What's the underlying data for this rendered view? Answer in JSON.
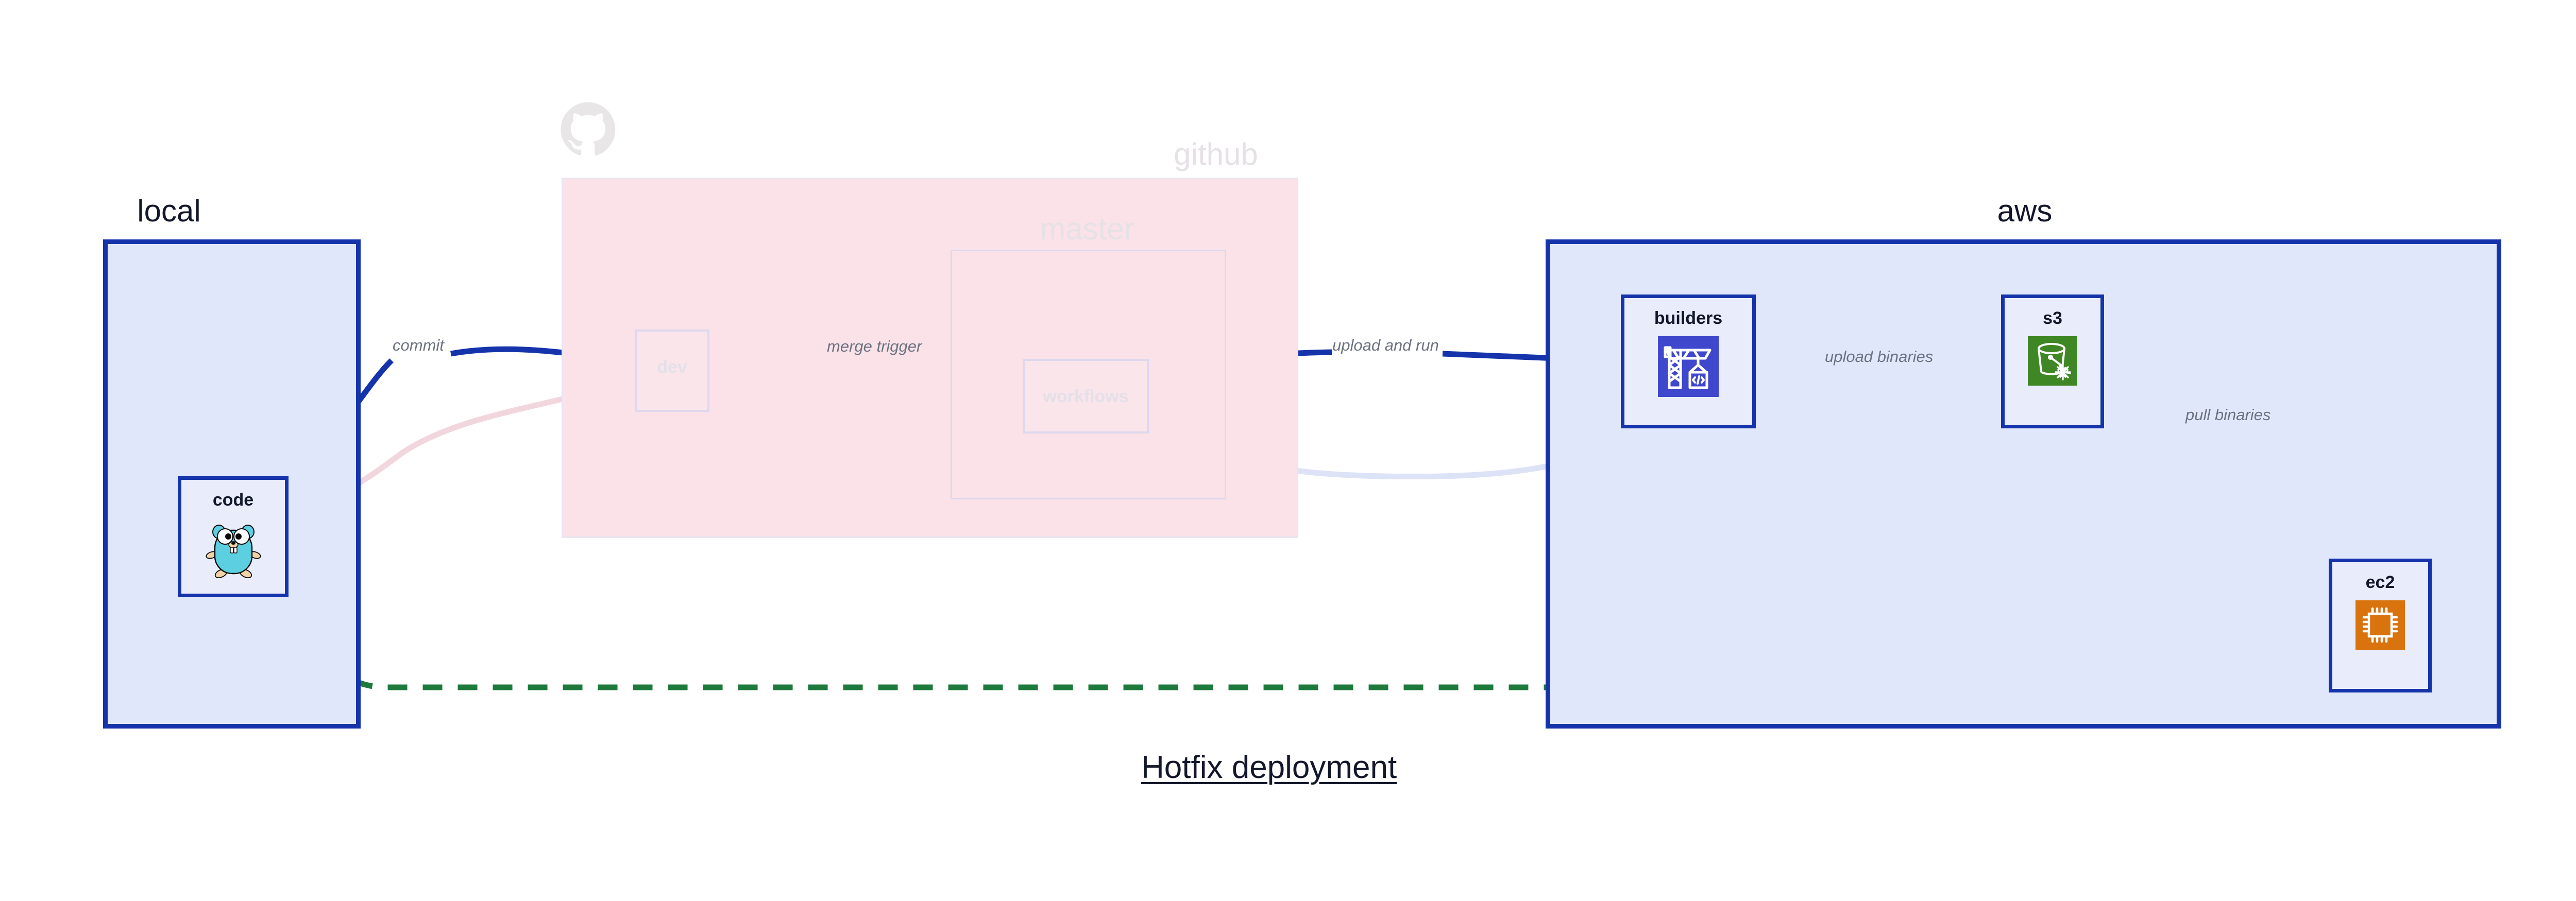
{
  "diagram": {
    "caption": "Hotfix deployment",
    "groups": [
      {
        "id": "local",
        "label": "local",
        "style": "solid"
      },
      {
        "id": "github",
        "label": "github",
        "style": "ghost"
      },
      {
        "id": "aws",
        "label": "aws",
        "style": "solid"
      }
    ],
    "subgroups": [
      {
        "id": "master",
        "label": "master",
        "parent": "github",
        "style": "ghost"
      }
    ],
    "nodes": [
      {
        "id": "code",
        "label": "code",
        "icon": "go-gopher-icon",
        "group": "local",
        "style": "solid"
      },
      {
        "id": "dev",
        "label": "dev",
        "icon": "none",
        "group": "github",
        "style": "ghost"
      },
      {
        "id": "workflows",
        "label": "workflows",
        "icon": "none",
        "group": "master",
        "style": "ghost"
      },
      {
        "id": "builders",
        "label": "builders",
        "icon": "aws-codebuild-icon",
        "group": "aws",
        "style": "solid"
      },
      {
        "id": "s3",
        "label": "s3",
        "icon": "aws-s3-glacier-icon",
        "group": "aws",
        "style": "solid"
      },
      {
        "id": "ec2",
        "label": "ec2",
        "icon": "aws-ec2-icon",
        "group": "aws",
        "style": "solid"
      }
    ],
    "edges": [
      {
        "id": "e1",
        "from": "code",
        "to": "dev",
        "label": "commit",
        "style": "solid",
        "color": "#1534ab"
      },
      {
        "id": "e2",
        "from": "dev",
        "to": "workflows",
        "label": "merge trigger",
        "style": "solid",
        "color": "#1534ab"
      },
      {
        "id": "e3",
        "from": "workflows",
        "to": "builders",
        "label": "upload and run",
        "style": "solid",
        "color": "#1534ab"
      },
      {
        "id": "e4",
        "from": "builders",
        "to": "s3",
        "label": "upload binaries",
        "style": "solid",
        "color": "#1534ab"
      },
      {
        "id": "e5",
        "from": "s3",
        "to": "ec2",
        "label": "pull binaries",
        "style": "solid",
        "color": "#1534ab"
      },
      {
        "id": "e6",
        "from": "code",
        "to": "ec2",
        "label": "",
        "style": "dashed",
        "color": "#1d7a3c"
      },
      {
        "id": "e7",
        "from": "code",
        "to": "dev",
        "label": "",
        "style": "faded",
        "color": "#f2d6de"
      },
      {
        "id": "e8",
        "from": "dev",
        "to": "workflows",
        "label": "",
        "style": "faded",
        "color": "#ddd8ef"
      },
      {
        "id": "e9",
        "from": "workflows",
        "to": "builders",
        "label": "",
        "style": "faded",
        "color": "#dde3f6"
      }
    ],
    "branding": {
      "github_logo": "github-octocat-icon"
    },
    "colors": {
      "accent_blue": "#1534ab",
      "group_fill_blue": "#e1e7fb",
      "group_fill_pink": "#fae2e8",
      "node_fill_blue": "#e9edfb",
      "dashed_green": "#1d7a3c",
      "label_gray": "#6b7280",
      "codebuild_blue": "#3f48cc",
      "s3_green": "#3f8624",
      "ec2_orange": "#d9730d",
      "gopher_cyan": "#5ccfe0"
    }
  }
}
